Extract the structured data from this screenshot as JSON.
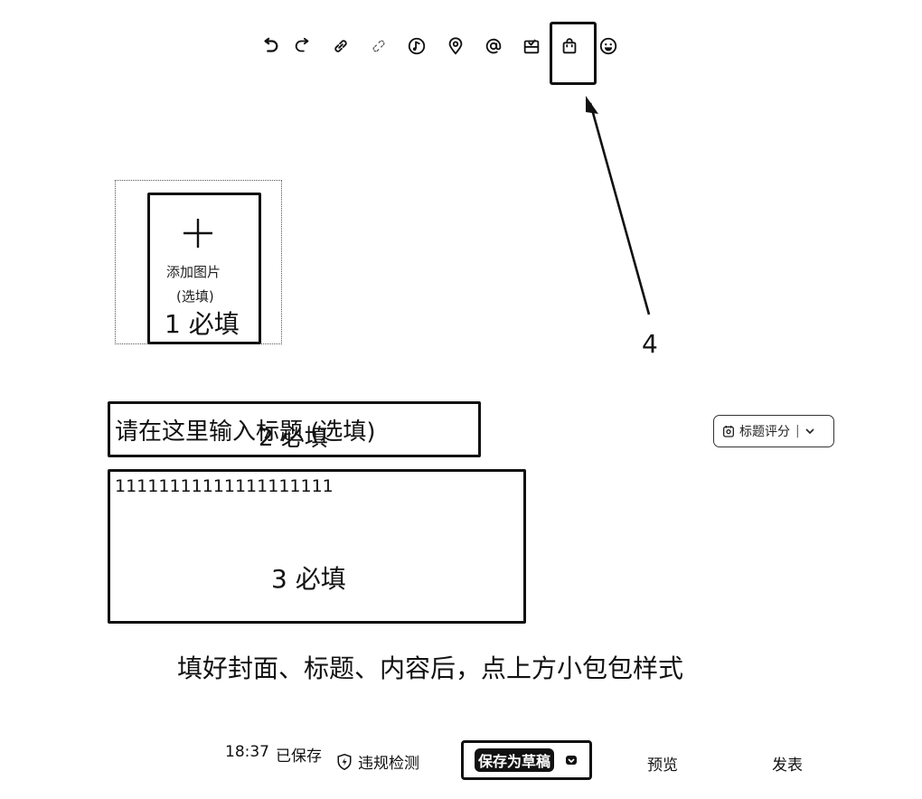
{
  "toolbar": {
    "icons": [
      "undo-icon",
      "redo-icon",
      "link-icon",
      "unlink-icon",
      "music-icon",
      "location-icon",
      "at-icon",
      "vote-icon",
      "shopping-bag-icon",
      "emoji-icon"
    ]
  },
  "annotations": {
    "cover_step": "1 必填",
    "title_step": "2 必填",
    "content_step": "3 必填",
    "bag_step": "4",
    "instruction": "填好封面、标题、内容后，点上方小包包样式"
  },
  "cover": {
    "add_label": "添加图片",
    "optional_label": "(选填)"
  },
  "title_input": {
    "placeholder": "请在这里输入标题 (选填)"
  },
  "title_score": {
    "label": "标题评分",
    "icon": "score-icon"
  },
  "content": {
    "value": "11111111111111111111"
  },
  "footer": {
    "save_time": "18:37",
    "save_status": "已保存",
    "check_label": "违规检测",
    "draft_label": "保存为草稿",
    "preview_label": "预览",
    "publish_label": "发表"
  },
  "colors": {
    "ink": "#111111",
    "background": "#ffffff"
  }
}
